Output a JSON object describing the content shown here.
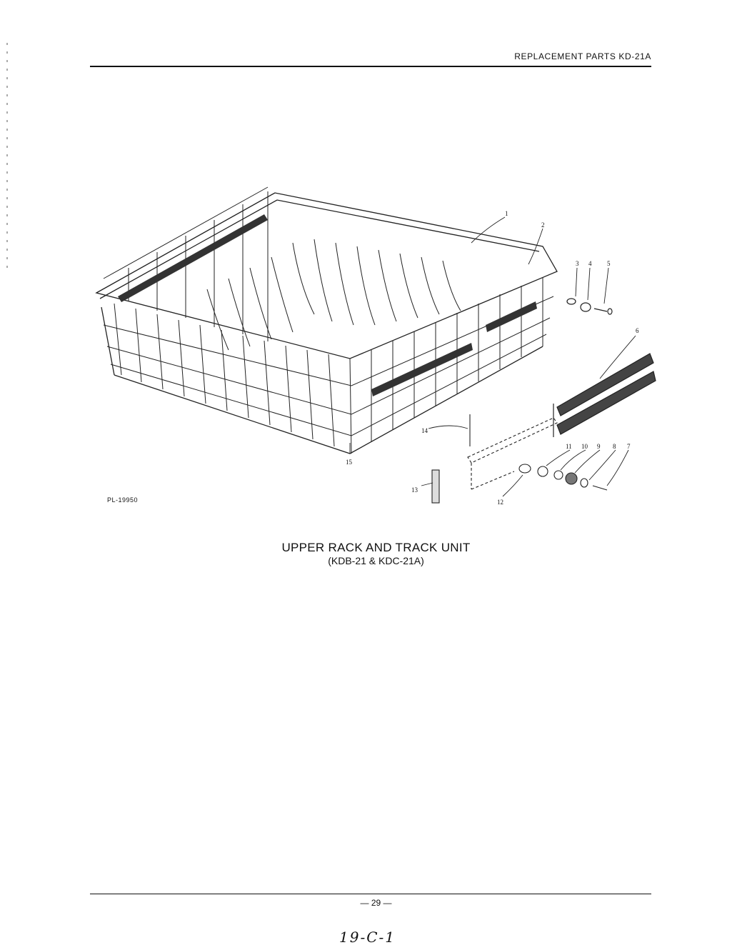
{
  "header": {
    "title": "REPLACEMENT PARTS KD-21A"
  },
  "figure": {
    "code": "PL-19950",
    "callouts": [
      "1",
      "2",
      "3",
      "4",
      "5",
      "6",
      "7",
      "8",
      "9",
      "10",
      "11",
      "12",
      "13",
      "14",
      "15"
    ]
  },
  "caption": {
    "title": "UPPER RACK AND TRACK UNIT",
    "subtitle": "(KDB-21 & KDC-21A)"
  },
  "footer": {
    "page_number": "— 29 —",
    "handwritten_note": "19-C-1"
  }
}
